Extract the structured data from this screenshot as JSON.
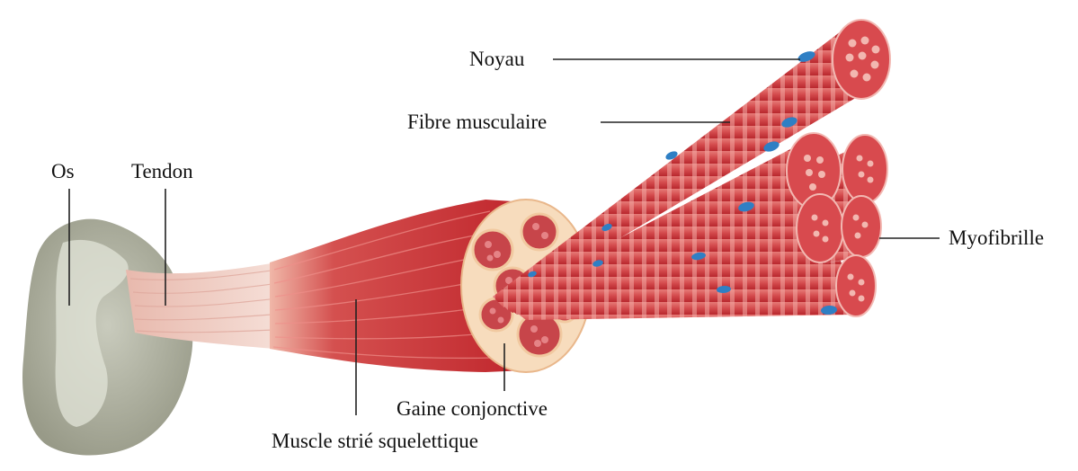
{
  "labels": {
    "os": "Os",
    "tendon": "Tendon",
    "noyau": "Noyau",
    "fibre": "Fibre musculaire",
    "myofibrille": "Myofibrille",
    "gaine": "Gaine conjonctive",
    "muscle": "Muscle strié squelettique"
  },
  "colors": {
    "bone": "#a9ab9b",
    "muscle": "#c8383c",
    "muscle_light": "#e06a6a",
    "tendon": "#f3d2c8",
    "sheath": "#f6d6b4",
    "nucleus": "#2f7fc4"
  }
}
